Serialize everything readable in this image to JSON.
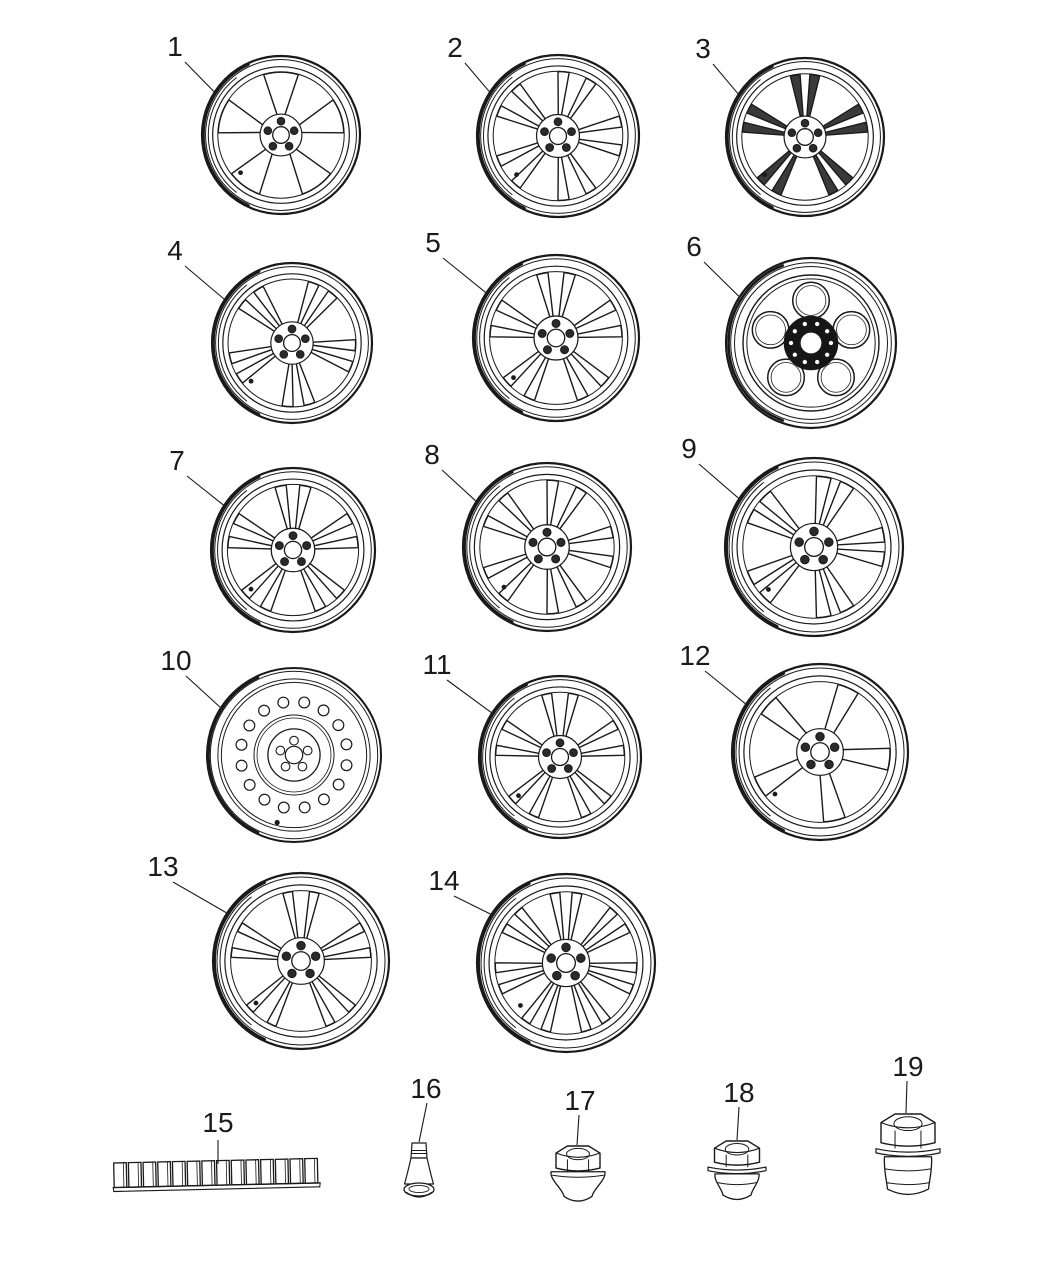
{
  "diagram_title": "Wheels and wheel hardware parts diagram",
  "colors": {
    "line": "#1a1a1a",
    "background": "#ffffff",
    "spoke_dark": "#3a3a3a"
  },
  "items": [
    {
      "label": "1",
      "name": "aluminum-wheel-5-spoke"
    },
    {
      "label": "2",
      "name": "aluminum-wheel-10-spoke"
    },
    {
      "label": "3",
      "name": "aluminum-wheel-5-double-spoke-painted"
    },
    {
      "label": "4",
      "name": "aluminum-wheel-5-split-spoke"
    },
    {
      "label": "5",
      "name": "aluminum-wheel-10-spoke-tapered"
    },
    {
      "label": "6",
      "name": "steel-wheel-5-hole"
    },
    {
      "label": "7",
      "name": "aluminum-wheel-5-y-spoke"
    },
    {
      "label": "8",
      "name": "aluminum-wheel-10-spoke-forked"
    },
    {
      "label": "9",
      "name": "aluminum-wheel-5-wide-split-spoke"
    },
    {
      "label": "10",
      "name": "steel-spare-wheel"
    },
    {
      "label": "11",
      "name": "aluminum-wheel-10-spoke-mesh"
    },
    {
      "label": "12",
      "name": "aluminum-wheel-5-spoke-sport"
    },
    {
      "label": "13",
      "name": "aluminum-wheel-10-thin-spoke"
    },
    {
      "label": "14",
      "name": "aluminum-wheel-7-y-spoke-mesh"
    },
    {
      "label": "15",
      "name": "wheel-balance-weight-strip"
    },
    {
      "label": "16",
      "name": "tire-valve-stem"
    },
    {
      "label": "17",
      "name": "lug-nut-open-end"
    },
    {
      "label": "18",
      "name": "lug-nut-flanged"
    },
    {
      "label": "19",
      "name": "lug-nut-capped"
    }
  ]
}
